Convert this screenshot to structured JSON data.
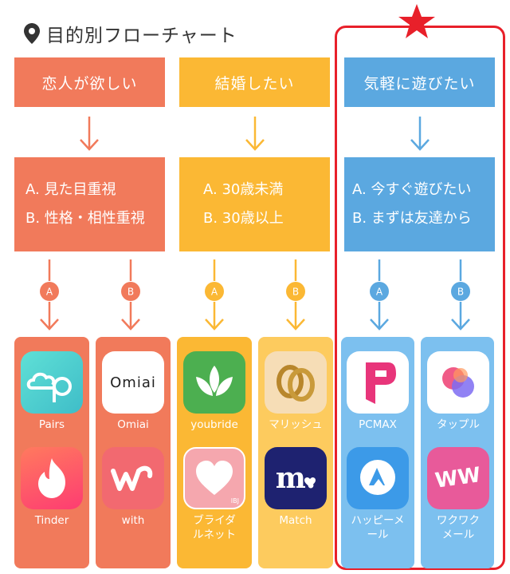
{
  "page": {
    "title": "目的別フローチャート",
    "colors": {
      "coral": "#F17A5B",
      "orange": "#FBB834",
      "blue": "#5BA8E0",
      "highlight": "#E8202A",
      "coral_light": "#F59173",
      "orange_light": "#FFCC66",
      "blue_light": "#7CC0EF"
    },
    "icons": [
      "location-pin-icon",
      "star-icon",
      "arrow-down-icon"
    ]
  },
  "columns": [
    {
      "category": "恋人が欲しい",
      "conditions": [
        "A. 見た目重視",
        "B. 性格・相性重視"
      ],
      "branches": [
        {
          "badge": "A",
          "apps": [
            {
              "name": "Pairs",
              "icon": "pairs-icon"
            },
            {
              "name": "Tinder",
              "icon": "tinder-icon"
            }
          ]
        },
        {
          "badge": "B",
          "apps": [
            {
              "name": "Omiai",
              "icon": "omiai-icon",
              "logo_text": "Omiai"
            },
            {
              "name": "with",
              "icon": "with-icon"
            }
          ]
        }
      ]
    },
    {
      "category": "結婚したい",
      "conditions": [
        "A. 30歳未満",
        "B. 30歳以上"
      ],
      "branches": [
        {
          "badge": "A",
          "apps": [
            {
              "name": "youbride",
              "icon": "youbride-icon"
            },
            {
              "name": "ブライダ\nルネット",
              "icon": "bridalnet-icon",
              "logo_text": "IBJ"
            }
          ]
        },
        {
          "badge": "B",
          "apps": [
            {
              "name": "マリッシュ",
              "icon": "marrish-icon"
            },
            {
              "name": "Match",
              "icon": "match-icon",
              "logo_text": "m."
            }
          ]
        }
      ]
    },
    {
      "category": "気軽に遊びたい",
      "conditions": [
        "A. 今すぐ遊びたい",
        "B. まずは友達から"
      ],
      "branches": [
        {
          "badge": "A",
          "apps": [
            {
              "name": "PCMAX",
              "icon": "pcmax-icon"
            },
            {
              "name": "ハッピーメ\nール",
              "icon": "happymail-icon"
            }
          ]
        },
        {
          "badge": "B",
          "apps": [
            {
              "name": "タップル",
              "icon": "tapple-icon"
            },
            {
              "name": "ワクワク\nメール",
              "icon": "wakuwaku-icon",
              "logo_text": "WW"
            }
          ]
        }
      ]
    }
  ]
}
